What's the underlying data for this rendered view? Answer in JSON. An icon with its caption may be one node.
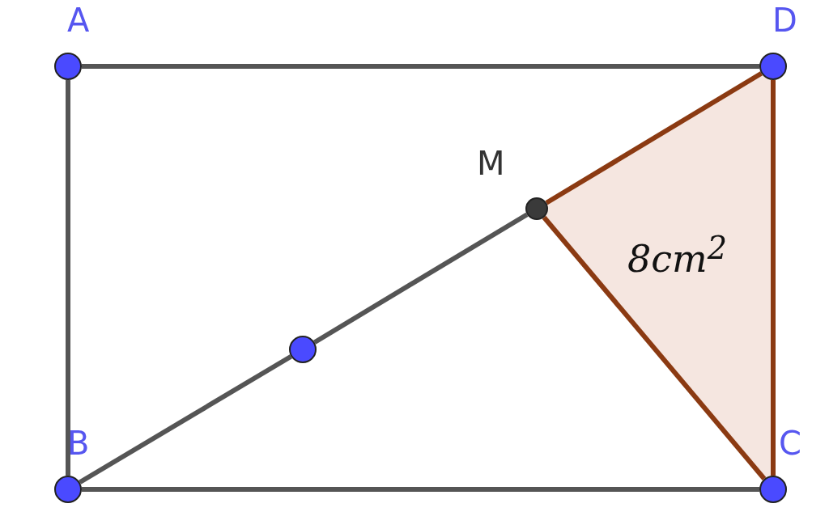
{
  "diagram": {
    "nodes": [
      {
        "text": [
          "A"
        ]
      },
      {
        "text": [
          "D"
        ]
      },
      {
        "text": [
          "M"
        ]
      },
      {
        "text": [
          "8cm$^{2}$"
        ]
      },
      {
        "text": [],
        "shape": "circle"
      },
      {
        "text": [
          "B"
        ]
      },
      {
        "text": [
          "C"
        ]
      }
    ],
    "edges": [
      {
        "from": 0,
        "to": 1,
        "arrow": "none"
      },
      {
        "from": 0,
        "to": 5,
        "arrow": "none"
      },
      {
        "from": 5,
        "to": 6,
        "arrow": "none"
      },
      {
        "from": 5,
        "to": 4,
        "arrow": "none"
      },
      {
        "from": 4,
        "to": 2,
        "arrow": "none"
      },
      {
        "from": 2,
        "to": 1,
        "arrow": "none",
        "color": "#8b3a12"
      },
      {
        "from": 2,
        "to": 6,
        "arrow": "none",
        "color": "#8b3a12"
      },
      {
        "from": 1,
        "to": 6,
        "arrow": "none",
        "color": "#8b3a12"
      }
    ]
  }
}
